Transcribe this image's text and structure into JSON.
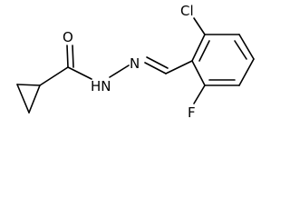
{
  "molecule": {
    "atoms": {
      "oxygen": "O",
      "hydrazide_nh": "HN",
      "imine_n": "N",
      "chlorine": "Cl",
      "fluorine": "F"
    }
  }
}
